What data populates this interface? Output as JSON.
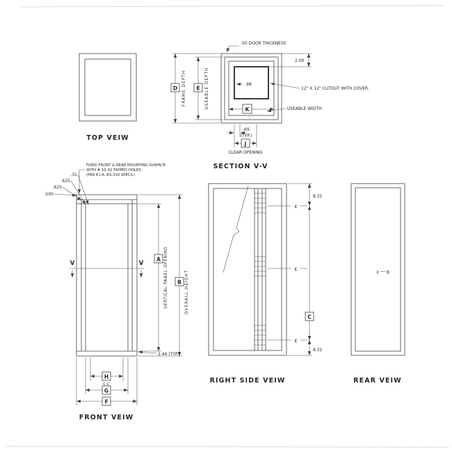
{
  "top_view": {
    "title": "TOP VEIW"
  },
  "section_view": {
    "title": "SECTION V-V",
    "door_thickness": ".50 DOOR THICKNESS",
    "dim_2_00": "2.00",
    "dim_98": ".98",
    "cutout_note": "12\" X 12\" CUTOUT WITH COVER.",
    "useable_width": "USEABLE WIDTH",
    "dim_d": "D",
    "frame_depth": "FRAME DEPTH",
    "dim_e": "E",
    "useable_depth": "USEABLE DEPTH",
    "dim_k": "K",
    "dim_69": ".69",
    "typ": "(TYP.)",
    "dim_j": "J",
    "clear_opening": "CLEAR OPENING"
  },
  "front_view": {
    "title": "FRONT VEIW",
    "callout1": "FIXED FRONT & REAR MOUNTING SURFACE",
    "callout2": "WITH # 10-32 TAPPED HOLES",
    "callout3": "(PER E.I.A. RS-310 SPECS.)",
    "dim_500": ".500",
    "dim_625_a": ".625",
    "dim_625_b": ".625",
    "dim_31": ".31",
    "v_left": "V",
    "v_right": "V",
    "dim_a": "A",
    "vertical_panel_opening": "VERTICAL PANEL OPENING",
    "dim_b": "B",
    "overall_height": "OVERALL HEIGHT",
    "dim_244": "2.44 (TYP.)",
    "dim_h": "H",
    "dim_cc": "C-C",
    "dim_g": "G",
    "dim_f": "F"
  },
  "right_view": {
    "title": "RIGHT SIDE VEIW",
    "dim_831_top": "8.31",
    "dim_c": "C",
    "dim_831_bot": "8.31",
    "cl_top": "¢",
    "cl_mid": "¢",
    "cl_bot": "¢"
  },
  "rear_view": {
    "title": "REAR VEIW",
    "cl": "¢",
    "dim_b": "B"
  }
}
